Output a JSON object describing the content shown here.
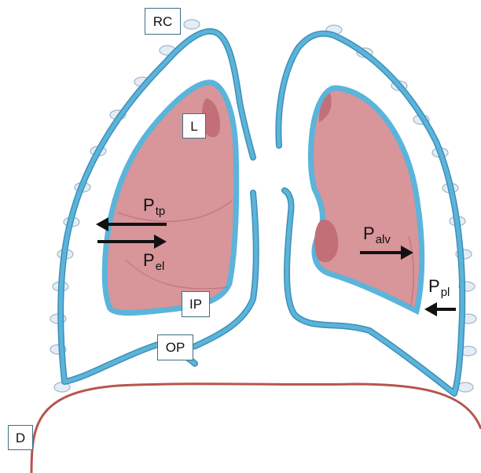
{
  "labels": {
    "rc": "RC",
    "l": "L",
    "ip": "IP",
    "op": "OP",
    "d": "D"
  },
  "pressures": {
    "p_tp": {
      "main": "P",
      "sub": "tp"
    },
    "p_el": {
      "main": "P",
      "sub": "el"
    },
    "p_alv": {
      "main": "P",
      "sub": "alv"
    },
    "p_pl": {
      "main": "P",
      "sub": "pl"
    }
  },
  "colors": {
    "pleura": "#5bb4da",
    "pleura_edge": "#3f8fb7",
    "lung": "#d8959a",
    "lung_dark": "#c26f78",
    "rib": "#e4edf5",
    "diaphragm": "#b7554d",
    "arrow": "#111111"
  },
  "icons": {
    "left_arrow": "arrow-left-icon",
    "right_arrow": "arrow-right-icon"
  }
}
